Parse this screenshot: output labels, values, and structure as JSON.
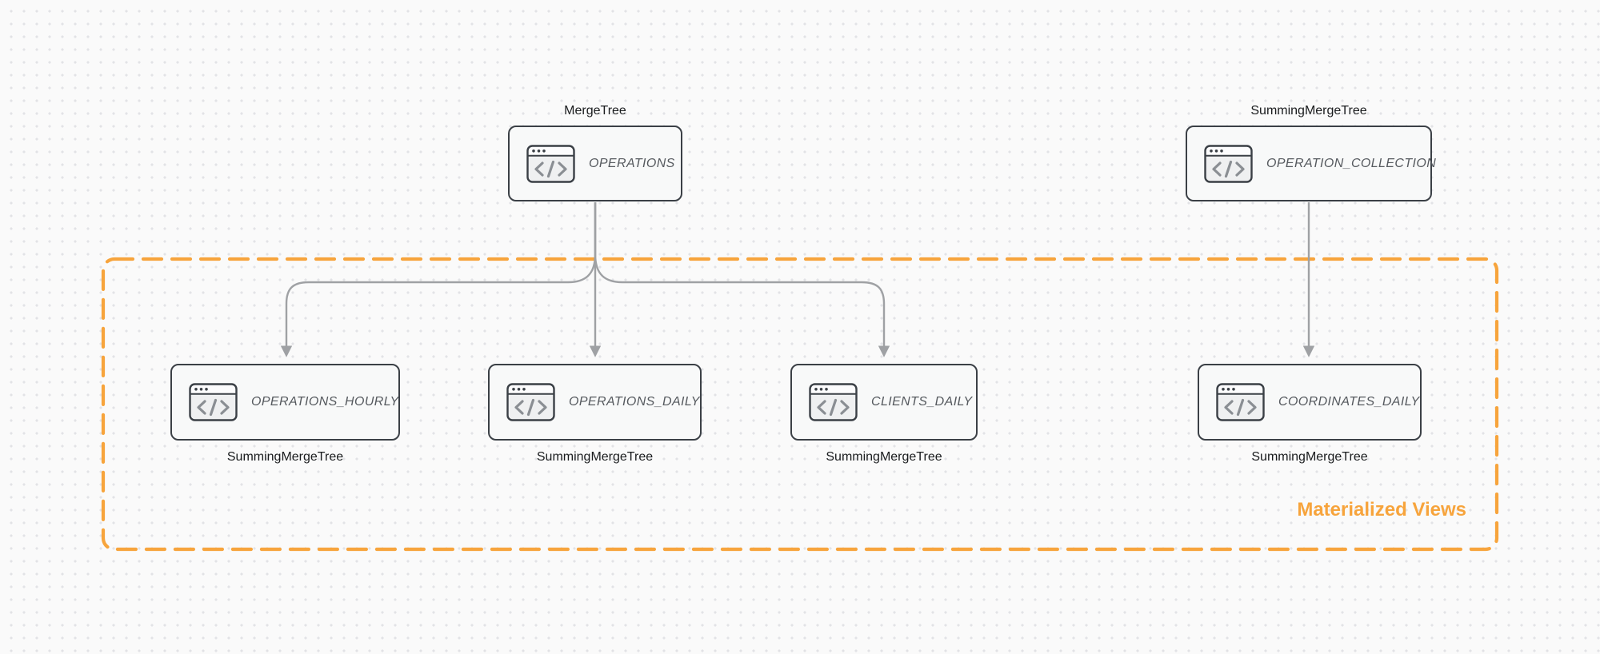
{
  "canvas": {
    "background_color": "#fafafa",
    "dot_grid_color": "#e2e3e6"
  },
  "group": {
    "label": "Materialized Views",
    "border_color": "#f7a43c",
    "label_color": "#f7a43c",
    "style": "dashed-rounded-rectangle"
  },
  "colors": {
    "node_border": "#3b4046",
    "node_fill": "#f8f9f9",
    "node_text": "#55595e",
    "engine_label_text": "#1a1c1e",
    "arrow_gray": "#9fa1a4",
    "accent_orange": "#f7a43c"
  },
  "nodes": [
    {
      "id": "operations",
      "name": "OPERATIONS",
      "engine": "MergeTree",
      "engine_label_position": "top",
      "icon": "code-window-icon",
      "in_group": false
    },
    {
      "id": "operation-collection",
      "name": "OPERATION_COLLECTION",
      "engine": "SummingMergeTree",
      "engine_label_position": "top",
      "icon": "code-window-icon",
      "in_group": false
    },
    {
      "id": "operations-hourly",
      "name": "OPERATIONS_HOURLY",
      "engine": "SummingMergeTree",
      "engine_label_position": "bottom",
      "icon": "code-window-icon",
      "in_group": true
    },
    {
      "id": "operations-daily",
      "name": "OPERATIONS_DAILY",
      "engine": "SummingMergeTree",
      "engine_label_position": "bottom",
      "icon": "code-window-icon",
      "in_group": true
    },
    {
      "id": "clients-daily",
      "name": "CLIENTS_DAILY",
      "engine": "SummingMergeTree",
      "engine_label_position": "bottom",
      "icon": "code-window-icon",
      "in_group": true
    },
    {
      "id": "coordinates-daily",
      "name": "COORDINATES_DAILY",
      "engine": "SummingMergeTree",
      "engine_label_position": "bottom",
      "icon": "code-window-icon",
      "in_group": true
    }
  ],
  "edges": [
    {
      "from": "OPERATIONS",
      "to": "OPERATIONS_HOURLY",
      "style": "arrow"
    },
    {
      "from": "OPERATIONS",
      "to": "OPERATIONS_DAILY",
      "style": "arrow"
    },
    {
      "from": "OPERATIONS",
      "to": "CLIENTS_DAILY",
      "style": "arrow"
    },
    {
      "from": "OPERATION_COLLECTION",
      "to": "COORDINATES_DAILY",
      "style": "arrow"
    }
  ]
}
